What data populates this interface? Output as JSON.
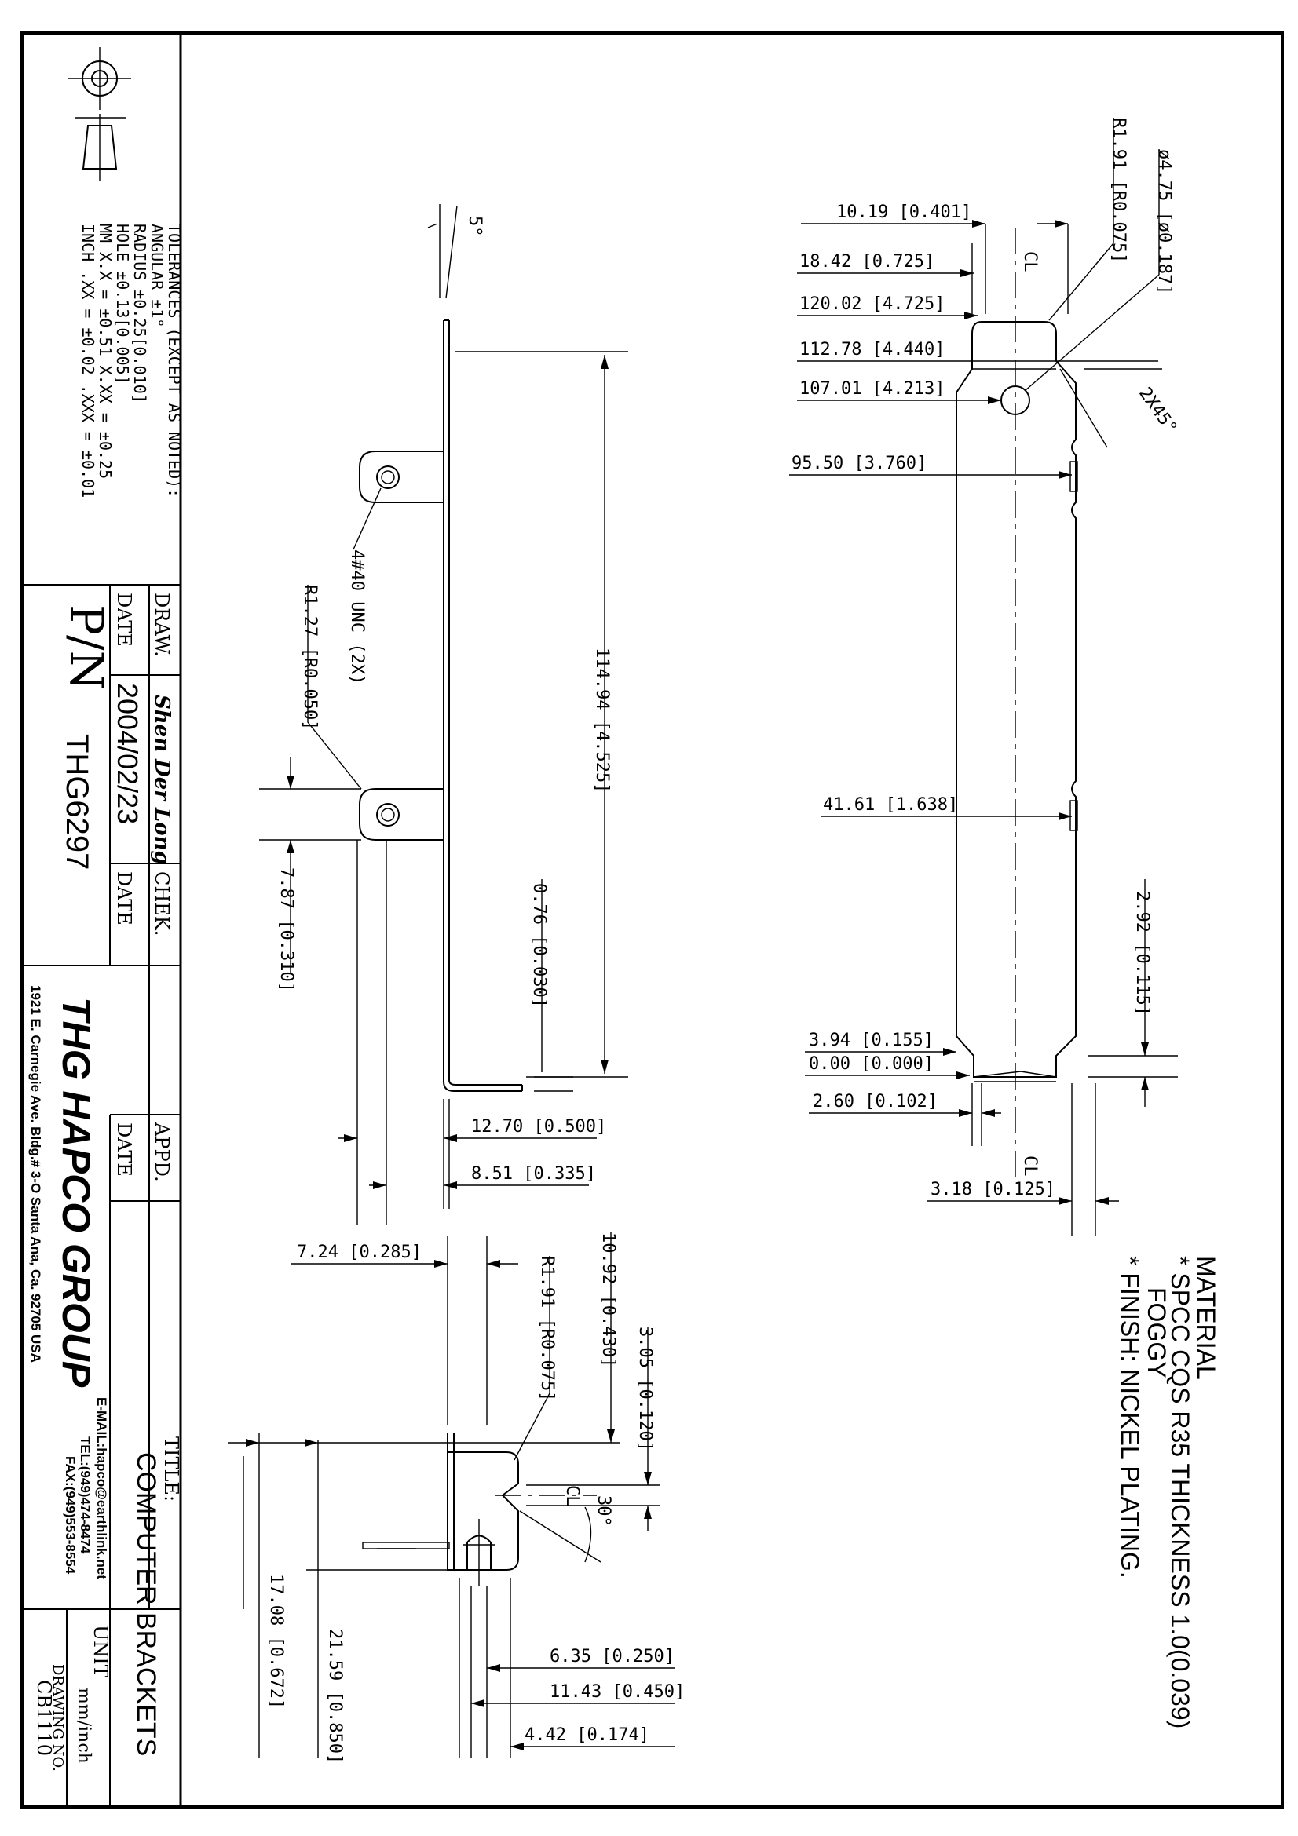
{
  "title_block": {
    "tolerances": {
      "heading": "TOLERANCES (EXCEPT AS NOTED):",
      "angular": "ANGULAR ±1°",
      "radius": "RADIUS ±0.25[0.010]",
      "hole": "HOLE ±0.13[0.005]",
      "mm": "MM X.X = ±0.51  X.XX = ±0.25",
      "inch": "INCH .XX = ±0.02  .XXX = ±0.01"
    },
    "draw_label": "DRAW.",
    "drawn_by": "Shen Der Long",
    "chek_label": "CHEK.",
    "appd_label": "APPD.",
    "date_label_1": "DATE",
    "date_value": "2004/02/23",
    "date_label_2": "DATE",
    "date_label_3": "DATE",
    "pn_label": "P/N",
    "pn_value": "THG6297",
    "company": "THG HAPCO GROUP",
    "address": "1921 E. Carnegie Ave. Bldg.# 3-O Santa Ana, Ca. 92705  USA",
    "email": "E-MAIL:hapco@earthlink.net",
    "tel": "TEL:(949)474-8474",
    "fax": "FAX:(949)553-8554",
    "title_label": "TITLE:",
    "title_value": "COMPUTER BRACKETS",
    "unit_label": "UNIT",
    "unit_value": "mm/inch",
    "drawing_no_label": "DRAWING NO.",
    "drawing_no": "CB1110"
  },
  "notes": {
    "material": "MATERIAL",
    "spec": "* SPCC CQS R35 THICKNESS 1.0(0.039)",
    "spec_cont": "FOGGY",
    "finish": "* FINISH: NICKEL PLATING."
  },
  "side_view": {
    "angle_top": "5°",
    "overall": "114.94 [4.525]",
    "thread": "4#40 UNC (2X)",
    "bend_radius": "R1.27 [R0.050]",
    "tab_width": "7.87 [0.310]",
    "lip": "0.76 [0.030]",
    "h1": "12.70 [0.500]",
    "h2": "8.51 [0.335]"
  },
  "flat_view": {
    "corner_radius": "R1.91 [R0.075]",
    "hole_dia": "ø4.75 [ø0.187]",
    "d1": "10.19 [0.401]",
    "d2": "18.42 [0.725]",
    "d3": "120.02 [4.725]",
    "d4": "112.78 [4.440]",
    "d5": "107.01 [4.213]",
    "chamfer": "2X45°",
    "d6": "95.50 [3.760]",
    "d7": "41.61 [1.638]",
    "d8": "2.92 [0.115]",
    "d9": "3.94 [0.155]",
    "d10": "0.00 [0.000]",
    "d11": "2.60 [0.102]",
    "d12": "3.18 [0.125]",
    "centerline": "CL"
  },
  "end_view": {
    "e1": "7.24 [0.285]",
    "e2": "10.92 [0.430]",
    "e3": "R1.91 [R0.075]",
    "e4": "3.05 [0.120]",
    "e5": "30°",
    "e6": "17.08 [0.672]",
    "e7": "21.59 [0.850]",
    "e8": "6.35 [0.250]",
    "e9": "11.43 [0.450]",
    "e10": "4.42 [0.174]",
    "centerline": "CL"
  }
}
